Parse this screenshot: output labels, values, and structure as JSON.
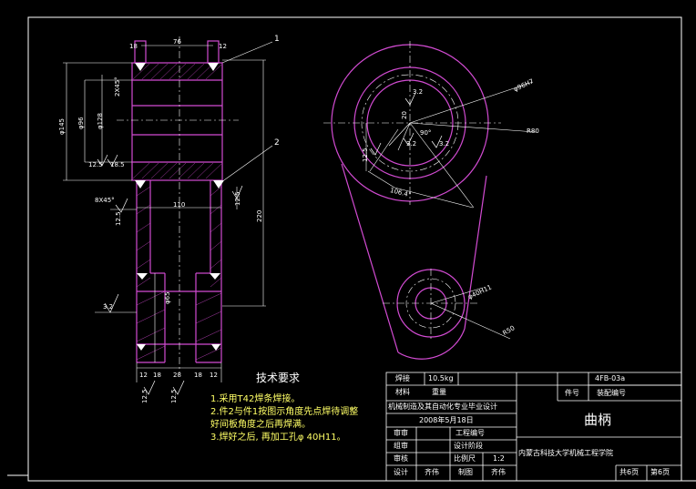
{
  "drawing": {
    "title": "曲柄",
    "code": "4FB-03a",
    "weight": "10.5kg",
    "scale": "1:2",
    "project": "机械制造及其自动化专业毕业设计",
    "date": "2008年5月18日",
    "school": "内蒙古科技大学机械工程学院",
    "sheet_total": "共6页",
    "sheet_no": "第6页"
  },
  "title_block": {
    "weld": "焊接",
    "material": "材料",
    "weight_lbl": "重量",
    "part_no": "件号",
    "assembly_no": "装配编号",
    "review": "审审",
    "process": "工程编号",
    "check": "组审",
    "stage": "设计阶段",
    "approve": "审核",
    "ratio": "比例尺",
    "design": "设计",
    "name1": "齐伟",
    "drawn": "制图",
    "name2": "齐伟"
  },
  "requirements": {
    "heading": "技术要求",
    "items": [
      "1.采用T42焊条焊接。",
      "2.件2与件1按图示角度先点焊待调整",
      "好间板角度之后再焊满。",
      "3.焊好之后, 再加工孔φ 40H11。"
    ]
  },
  "dims": {
    "d76": "76",
    "d18": "18",
    "d12": "12",
    "chamfer2": "2X45°",
    "chamfer8": "8X45°",
    "phi145": "φ145",
    "phi96": "φ96",
    "phi128": "φ128",
    "r125a": "12.5",
    "r185": "18.5",
    "r125b": "12.5",
    "r125c": "12.5",
    "d110": "110",
    "d220": "220",
    "phi65": "φ65",
    "r32": "3.2",
    "b12a": "12",
    "b18": "18",
    "b28": "28",
    "b18b": "18",
    "b12b": "12",
    "r125d": "12.5",
    "r125e": "12.5",
    "callout1": "1",
    "callout2": "2",
    "rt32a": "3.2",
    "rt32b": "3.2",
    "rt32c": "3.2",
    "ang90": "90°",
    "ang106": "106.4°",
    "phi96h7": "φ96H7",
    "r80": "R80",
    "phi40h11": "φ40H11",
    "r50": "R50",
    "r125f": "12.5",
    "d20": "20"
  }
}
